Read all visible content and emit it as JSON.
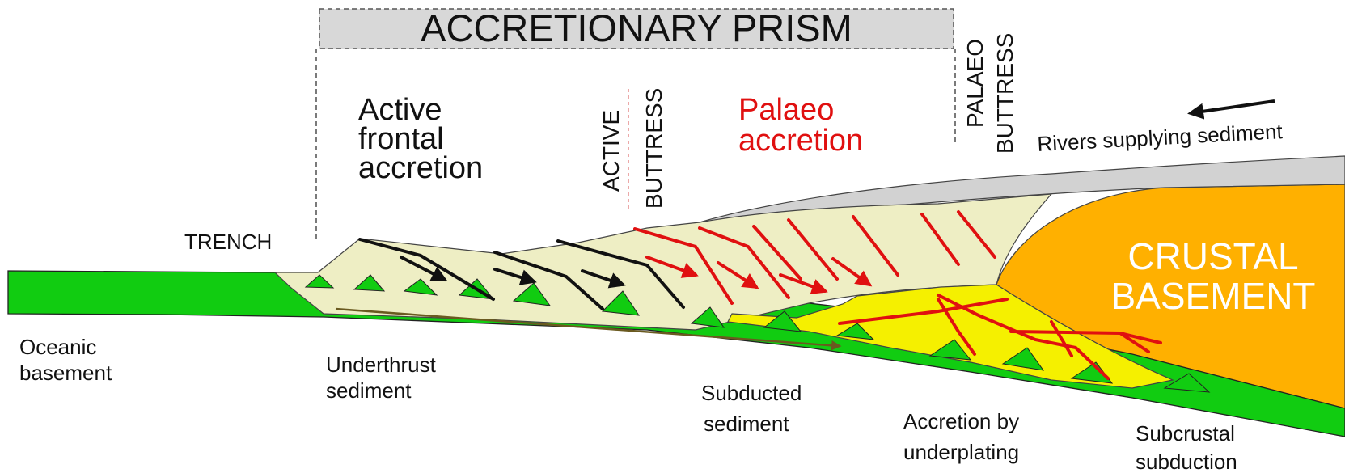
{
  "title": "ACCRETIONARY PRISM",
  "labels": {
    "active_frontal": [
      "Active",
      "frontal",
      "accretion"
    ],
    "active_buttress": [
      "ACTIVE",
      "BUTTRESS"
    ],
    "palaeo_accretion": [
      "Palaeo",
      "accretion"
    ],
    "palaeo_buttress": [
      "PALAEO",
      "BUTTRESS"
    ],
    "rivers": "Rivers supplying sediment",
    "trench": "TRENCH",
    "crustal": [
      "CRUSTAL",
      "BASEMENT"
    ],
    "oceanic": [
      "Oceanic",
      "basement"
    ],
    "underthrust": [
      "Underthrust",
      "sediment"
    ],
    "subducted": [
      "Subducted",
      "sediment"
    ],
    "underplating": [
      "Accretion by",
      "underplating"
    ],
    "subcrustal": [
      "Subcrustal",
      "subduction"
    ]
  },
  "colors": {
    "oceanic_crust": "#11cc11",
    "prism_sediment": "#eeeec4",
    "underplated_sediment": "#f5f000",
    "crustal_basement": "#ffb000",
    "cover_sediment": "#d2d2d2",
    "title_bar": "#d8d8d8",
    "palaeo_faults": "#e01010",
    "active_faults": "#111111",
    "palaeo_text": "#e01010"
  }
}
